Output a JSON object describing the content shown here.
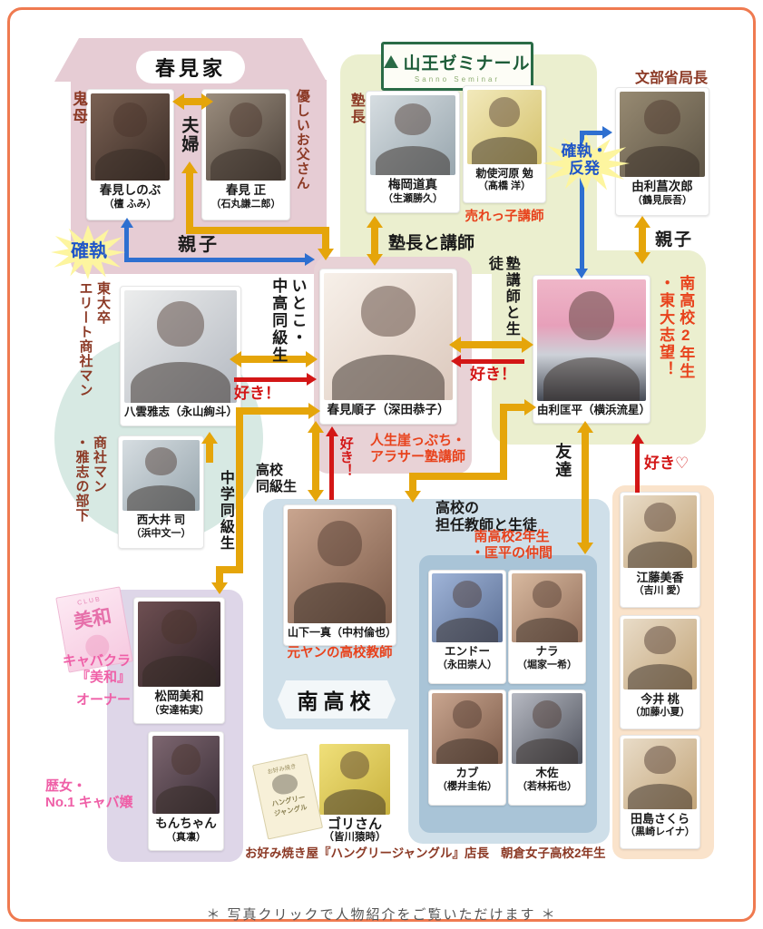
{
  "groups": {
    "harumi": {
      "title": "春見家"
    },
    "sanno": {
      "title": "山王ゼミナール",
      "subtitle": "Sanno Seminar"
    },
    "minami": {
      "label": "南高校"
    },
    "nakama": {
      "line1": "南高校2年生",
      "line2": "・匡平の仲間"
    },
    "asakura": {
      "label": "朝倉女子高校2年生"
    },
    "miwa_club": {
      "line1": "キャバクラ",
      "line2": "『美和』",
      "line3": "オーナー",
      "flyer_top": "CLUB",
      "flyer_title": "美和"
    },
    "hungry": {
      "owner_label": "お好み焼き屋『ハングリージャングル』店長",
      "flyer_top": "お好み焼き",
      "flyer_line1": "ハングリー",
      "flyer_line2": "ジャングル"
    }
  },
  "relations": {
    "fufu": "夫婦",
    "oyako": "親子",
    "oyako2": "親子",
    "kakushitsu": "確執",
    "hanpatsu_l1": "確執・",
    "hanpatsu_l2": "反発",
    "jukucho_koshi": "塾長と講師",
    "juku_seito": "塾講師と生徒",
    "itoko_l1": "いとこ・",
    "itoko_l2": "中高同級生",
    "suki1": "好き！",
    "suki2": "好き！",
    "suki3": "好き！",
    "suki_heart": "好き♡",
    "chugaku": "中学同級生",
    "koko_l1": "高校",
    "koko_l2": "同級生",
    "tannin_l1": "高校の",
    "tannin_l2": "担任教師と生徒",
    "tomodachi": "友達"
  },
  "people": {
    "shinobu": {
      "name": "春見しのぶ",
      "actor": "（檀 ふみ）",
      "role": "鬼母"
    },
    "tadashi": {
      "name": "春見 正",
      "actor": "（石丸謙二郎）",
      "role": "優しいお父さん"
    },
    "umeoka": {
      "name": "梅岡道真",
      "actor": "（生瀬勝久）",
      "role": "塾長"
    },
    "teshigawara": {
      "name": "勅使河原 勉",
      "actor": "（髙橋 洋）",
      "role": "売れっ子講師"
    },
    "shojiro": {
      "name": "由利菖次郎",
      "actor": "（鶴見辰吾）",
      "role": "文部省局長"
    },
    "yakumo": {
      "name": "八雲雅志（永山絢斗）",
      "role_l1": "東大卒",
      "role_l2": "エリート商社マン"
    },
    "nishioi": {
      "name": "西大井 司",
      "actor": "（浜中文一）",
      "role_l1": "商社マン",
      "role_l2": "・雅志の部下"
    },
    "junko": {
      "name": "春見順子（深田恭子）",
      "role_l1": "人生崖っぷち・",
      "role_l2": "アラサー塾講師"
    },
    "kyohei": {
      "name": "由利匡平（横浜流星）",
      "role_l1": "南高校2年生",
      "role_l2": "・東大志望！"
    },
    "yamashita": {
      "name": "山下一真（中村倫也）",
      "role": "元ヤンの高校教師"
    },
    "endo": {
      "name": "エンドー",
      "actor": "（永田崇人）"
    },
    "nara": {
      "name": "ナラ",
      "actor": "（堀家一希）"
    },
    "kabu": {
      "name": "カブ",
      "actor": "（櫻井圭佑）"
    },
    "kisa": {
      "name": "木佐",
      "actor": "（若林拓也）"
    },
    "mika": {
      "name": "江藤美香",
      "actor": "（吉川 愛）"
    },
    "momo": {
      "name": "今井 桃",
      "actor": "（加藤小夏）"
    },
    "sakura": {
      "name": "田島さくら",
      "actor": "（黒崎レイナ）"
    },
    "miwa": {
      "name": "松岡美和",
      "actor": "（安達祐実）"
    },
    "mon": {
      "name": "もんちゃん",
      "actor": "（真凛）",
      "role_l1": "歴女・",
      "role_l2": "No.1 キャバ嬢"
    },
    "gori": {
      "name": "ゴリさん",
      "actor": "（皆川猿時）"
    }
  },
  "footer": {
    "note": "＊ 写真クリックで人物紹介をご覧いただけます ＊"
  },
  "colors": {
    "border_orange": "#ef7a50",
    "arrow_orange": "#e5a50a",
    "arrow_red": "#d31616",
    "arrow_blue": "#2e6fd0",
    "label_darkred": "#8c3a26",
    "label_red": "#e8421c",
    "label_pink": "#ef5fa7",
    "house_pink": "#e6ccd4",
    "seminar_green": "#ebefcf",
    "school_blue": "#cfdfe9",
    "club_purple": "#ded6e8",
    "girls_peach": "#fae3cb"
  }
}
